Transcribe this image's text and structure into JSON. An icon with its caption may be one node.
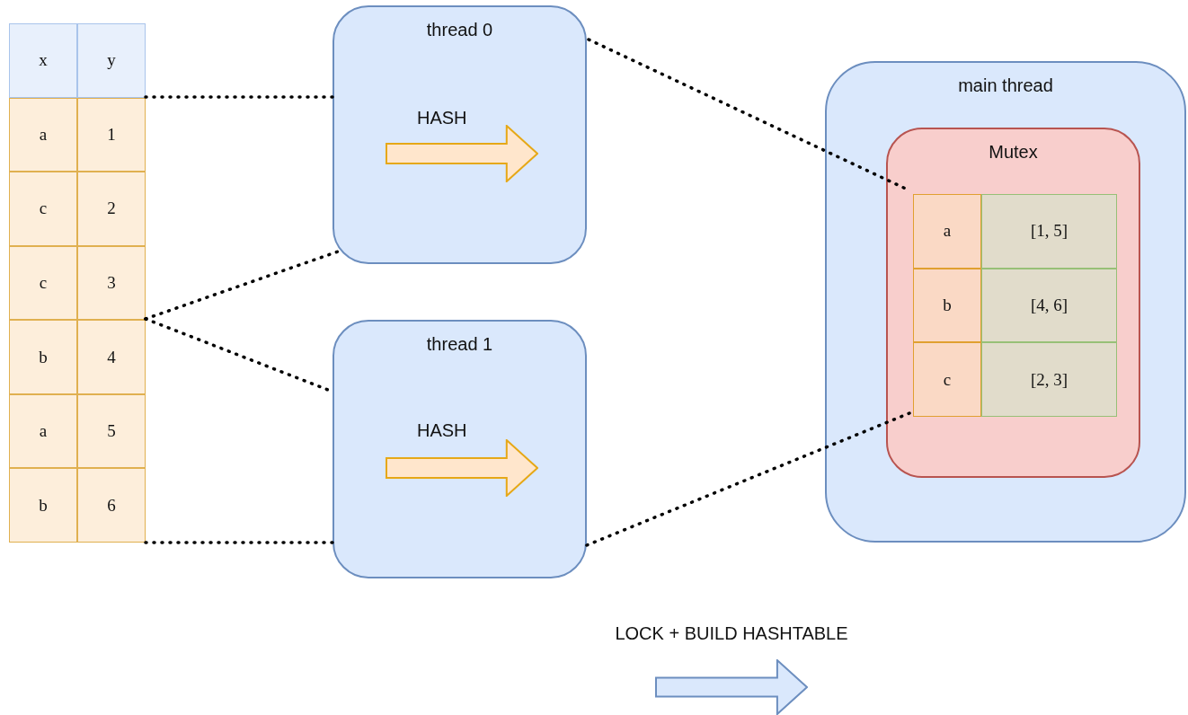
{
  "diagram": {
    "nodes": [
      {
        "text": [
          "x",
          "y",
          "a",
          "1",
          "c",
          "2",
          "c",
          "3",
          "b",
          "4",
          "a",
          "5",
          "b",
          "6"
        ]
      },
      {
        "text": [
          "thread 0",
          "HASH"
        ]
      },
      {
        "text": [
          "thread 1",
          "HASH"
        ]
      },
      {
        "text": [
          "main thread"
        ]
      },
      {
        "text": [
          "Mutex"
        ],
        "in": 3
      },
      {
        "text": [
          "a",
          "[1, 5]",
          "b",
          "[4, 6]",
          "c",
          "[2, 3]"
        ],
        "in": 4
      }
    ],
    "edges": [
      {
        "from": 0,
        "to": 1,
        "arrow": "none",
        "style": "dashed"
      },
      {
        "from": 0,
        "to": 1,
        "arrow": "none",
        "style": "dashed"
      },
      {
        "from": 0,
        "to": 2,
        "arrow": "none",
        "style": "dashed"
      },
      {
        "from": 0,
        "to": 2,
        "arrow": "none",
        "style": "dashed"
      },
      {
        "from": 1,
        "to": 5,
        "arrow": "none",
        "style": "dashed"
      },
      {
        "from": 2,
        "to": 5,
        "arrow": "none",
        "style": "dashed"
      }
    ],
    "labels": [
      "LOCK + BUILD HASHTABLE"
    ]
  }
}
